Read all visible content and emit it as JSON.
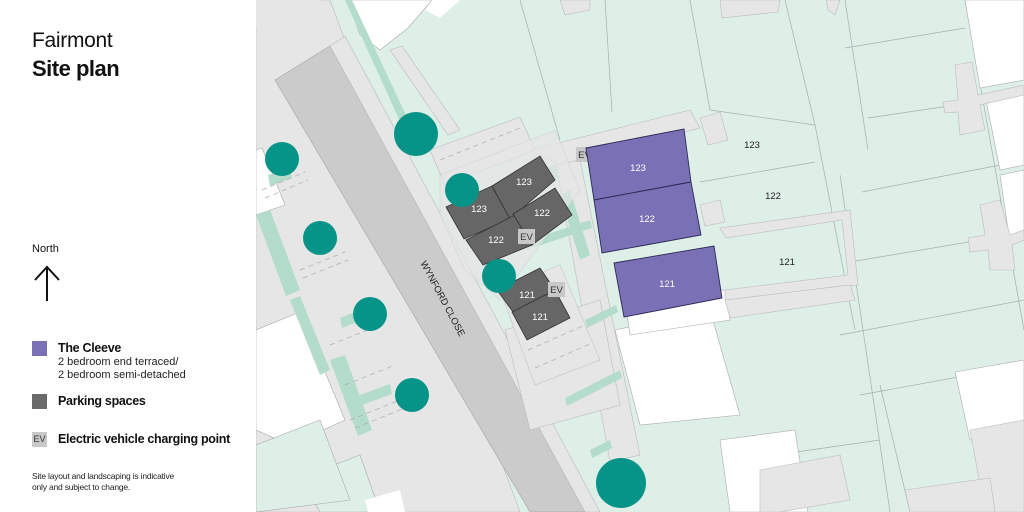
{
  "header": {
    "development_name": "Fairmont",
    "page_title": "Site plan"
  },
  "compass": {
    "label": "North",
    "icon": "north-arrow-icon"
  },
  "legend": {
    "items": [
      {
        "key": "cleeve",
        "title": "The Cleeve",
        "subtitle_line1": "2 bedroom end terraced/",
        "subtitle_line2": "2 bedroom semi-detached",
        "color": "#7a70b5"
      },
      {
        "key": "parking",
        "title": "Parking spaces",
        "color": "#6a6a6a"
      },
      {
        "key": "ev",
        "title": "Electric vehicle charging point",
        "swatch_text": "EV",
        "color": "#c8c8c8"
      }
    ]
  },
  "disclaimer": {
    "line1": "Site layout and landscaping is indicative",
    "line2": "only and subject to change."
  },
  "map": {
    "road_name": "WYNFORD CLOSE",
    "colors": {
      "garden": "#deefe8",
      "paving": "#e6e6e6",
      "road": "#cbcbcb",
      "house": "#7a70b5",
      "parking": "#666666",
      "ev": "#c8c8c8",
      "tree": "#079488",
      "hedge": "#b3dccb",
      "building_white": "#ffffff"
    },
    "houses": [
      {
        "plot": "123"
      },
      {
        "plot": "122"
      },
      {
        "plot": "121"
      }
    ],
    "gardens": [
      {
        "plot": "123"
      },
      {
        "plot": "122"
      },
      {
        "plot": "121"
      }
    ],
    "parking_spaces": [
      {
        "plot": "123"
      },
      {
        "plot": "123"
      },
      {
        "plot": "122"
      },
      {
        "plot": "122"
      },
      {
        "plot": "121"
      },
      {
        "plot": "121"
      }
    ],
    "ev_points": [
      {
        "label": "EV"
      },
      {
        "label": "EV"
      },
      {
        "label": "EV"
      }
    ]
  }
}
